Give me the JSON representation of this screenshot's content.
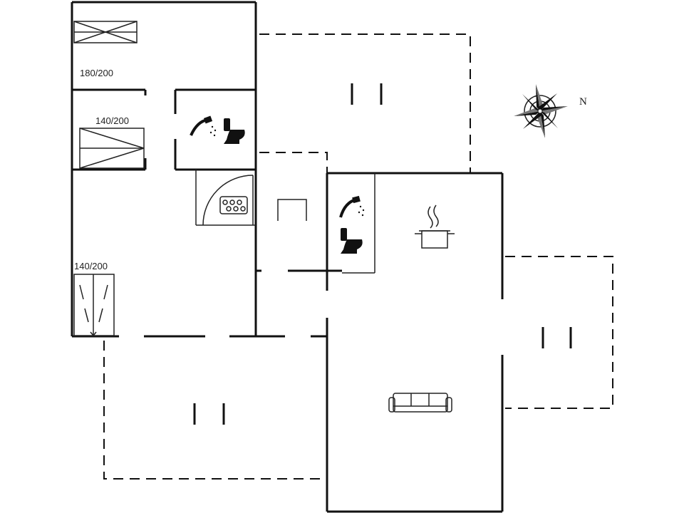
{
  "plan": {
    "bed_labels": [
      "180/200",
      "140/200",
      "140/200"
    ],
    "north_label": "N"
  },
  "icons": {
    "compass": "compass-rose-icon",
    "shower": "shower-icon",
    "toilet": "toilet-icon",
    "sauna": "sauna-icon",
    "kitchen": "cooking-pot-icon",
    "sofa": "sofa-icon",
    "bed": "bed-icon",
    "bunk": "bunk-bed-icon"
  },
  "colors": {
    "walls": "#111111",
    "background": "#ffffff"
  }
}
